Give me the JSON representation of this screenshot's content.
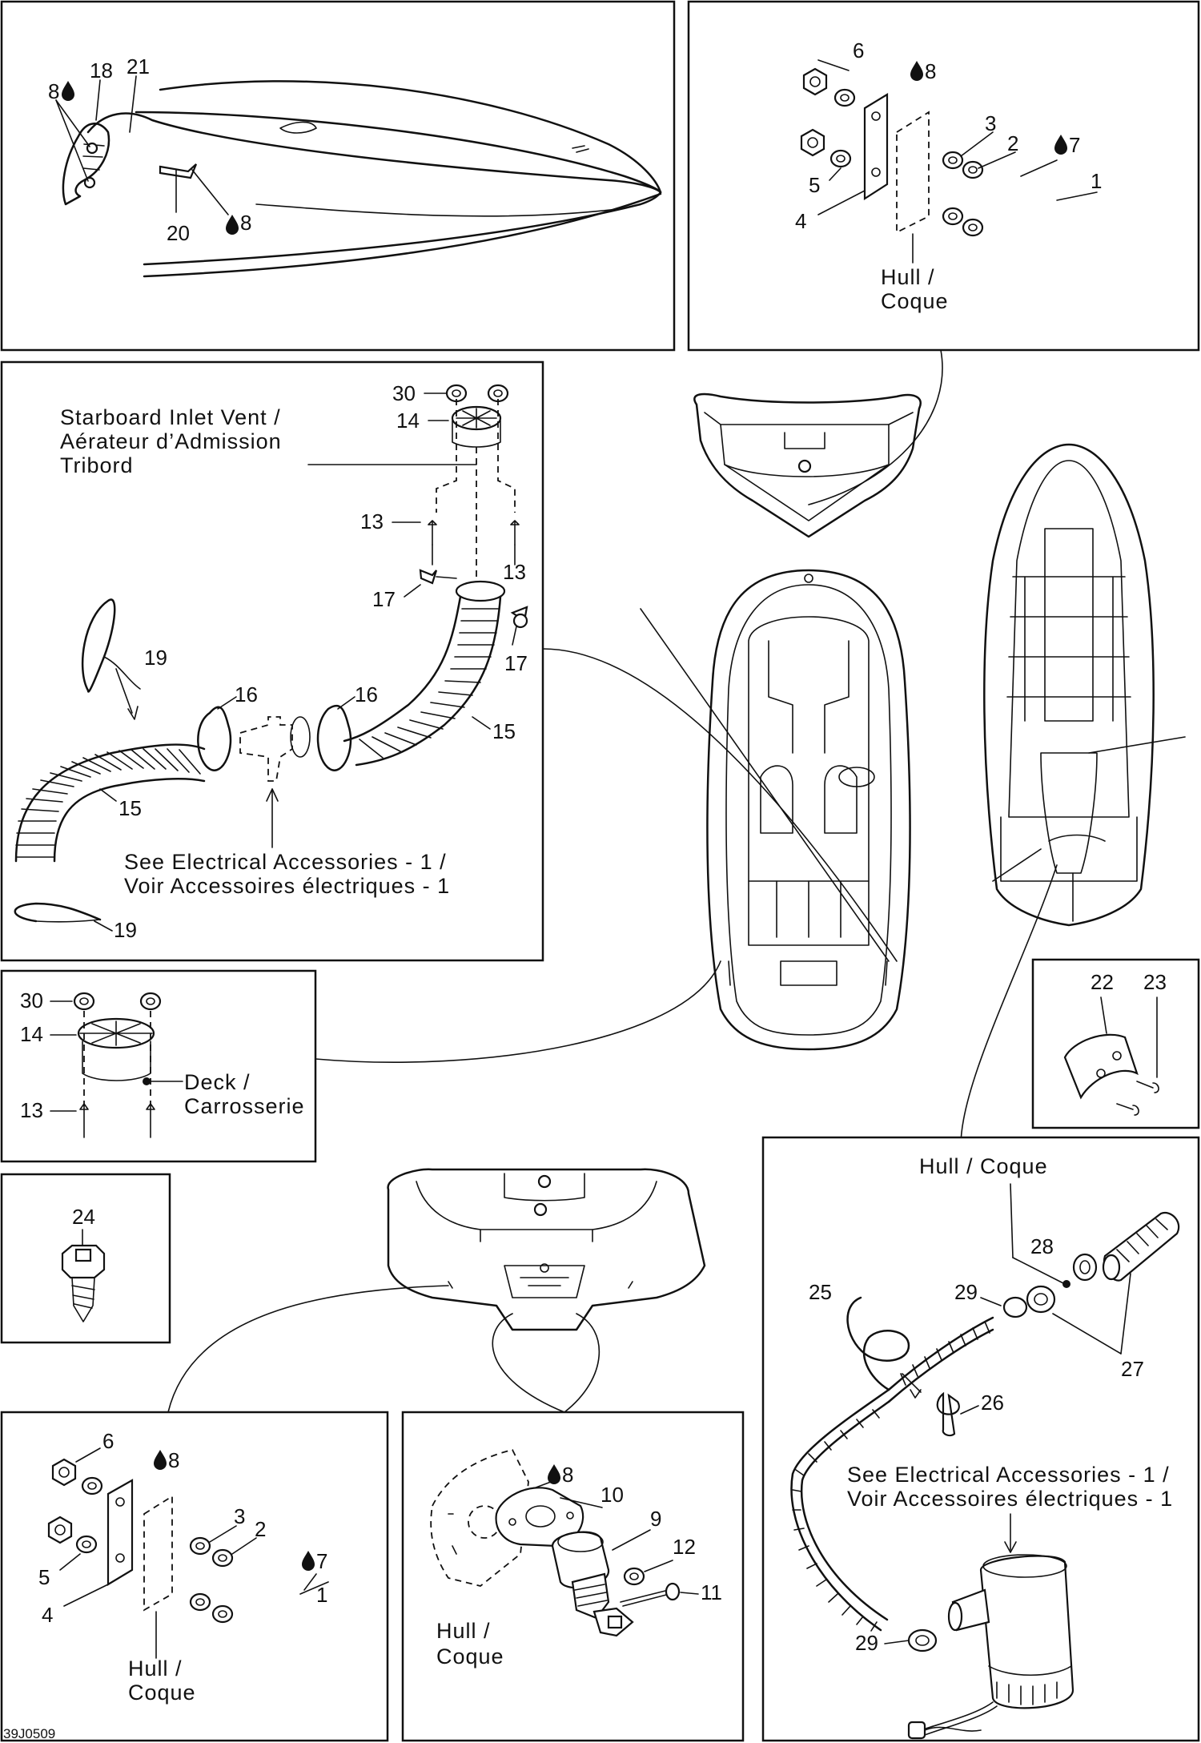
{
  "figure_code": "39J0509",
  "callouts": {
    "n1": "1",
    "n2": "2",
    "n3": "3",
    "n4": "4",
    "n5": "5",
    "n6": "6",
    "n7": "7",
    "n8": "8",
    "n9": "9",
    "n10": "10",
    "n11": "11",
    "n12": "12",
    "n13": "13",
    "n14": "14",
    "n15": "15",
    "n16": "16",
    "n17": "17",
    "n18": "18",
    "n19": "19",
    "n20": "20",
    "n21": "21",
    "n22": "22",
    "n23": "23",
    "n24": "24",
    "n25": "25",
    "n26": "26",
    "n27": "27",
    "n28": "28",
    "n29": "29",
    "n30": "30"
  },
  "notes": {
    "hull_line1": "Hull /",
    "hull_line2": "Coque",
    "hull_inline": "Hull / Coque",
    "deck_line1": "Deck /",
    "deck_line2": "Carrosserie",
    "inlet_line1": "Starboard Inlet Vent /",
    "inlet_line2": "Aérateur d’Admission",
    "inlet_line3": "Tribord",
    "elec_line1": "See Electrical Accessories - 1 /",
    "elec_line2": "Voir Accessoires électriques - 1"
  },
  "icons": {
    "fluid_drop": "drop-icon"
  }
}
